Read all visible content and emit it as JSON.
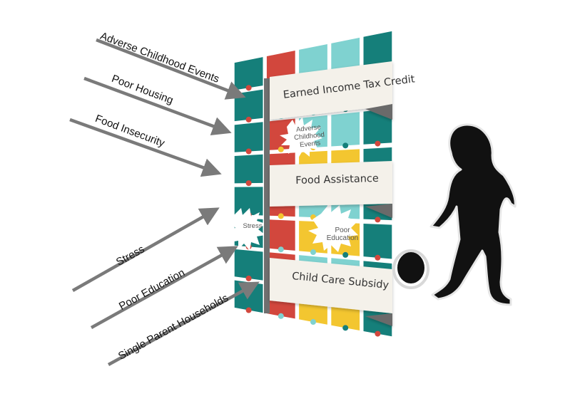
{
  "risk_factors": [
    "Adverse Childhood Events",
    "Poor Housing",
    "Food Insecurity",
    "Stress",
    "Poor Education",
    "Single Parent Households"
  ],
  "supports": [
    "Earned Income Tax Credit",
    "Food Assistance",
    "Child Care Subsidy"
  ],
  "wall_splats": {
    "adverse": [
      "Adverse",
      "Childhood",
      "Events"
    ],
    "stress": "Stress",
    "education": [
      "Poor",
      "Education"
    ]
  },
  "colors": {
    "teal": "#157f7a",
    "red": "#d2473d",
    "yellow": "#f3c630",
    "light_teal": "#7fd2d0",
    "banner": "#f4f1ea",
    "arrow": "#7a7a7a",
    "silhouette": "#111111"
  }
}
